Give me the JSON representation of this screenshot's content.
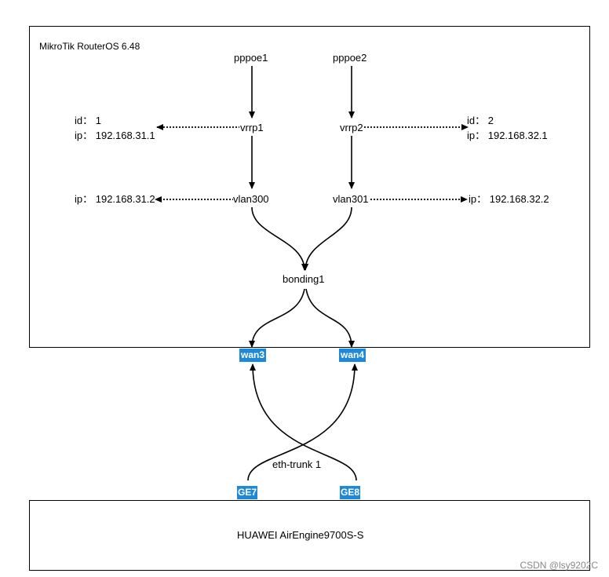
{
  "router": {
    "title": "MikroTik RouterOS 6.48",
    "nodes": {
      "pppoe1": "pppoe1",
      "pppoe2": "pppoe2",
      "vrrp1": "vrrp1",
      "vrrp2": "vrrp2",
      "vlan300": "vlan300",
      "vlan301": "vlan301",
      "bonding1": "bonding1"
    },
    "vrrp1_info": {
      "id": "id：  1",
      "ip": "ip：  192.168.31.1"
    },
    "vrrp2_info": {
      "id": "id：  2",
      "ip": "ip：  192.168.32.1"
    },
    "vlan300_ip": "ip：  192.168.31.2",
    "vlan301_ip": "ip：  192.168.32.2",
    "ports": {
      "wan3": "wan3",
      "wan4": "wan4"
    }
  },
  "link": {
    "label": "eth-trunk 1"
  },
  "switch": {
    "title": "HUAWEI AirEngine9700S-S",
    "ports": {
      "ge7": "GE7",
      "ge8": "GE8"
    }
  },
  "watermark": "CSDN @lsy9202C",
  "colors": {
    "port_fill": "#1e88d9",
    "port_text": "#ffffff",
    "line": "#000000"
  }
}
